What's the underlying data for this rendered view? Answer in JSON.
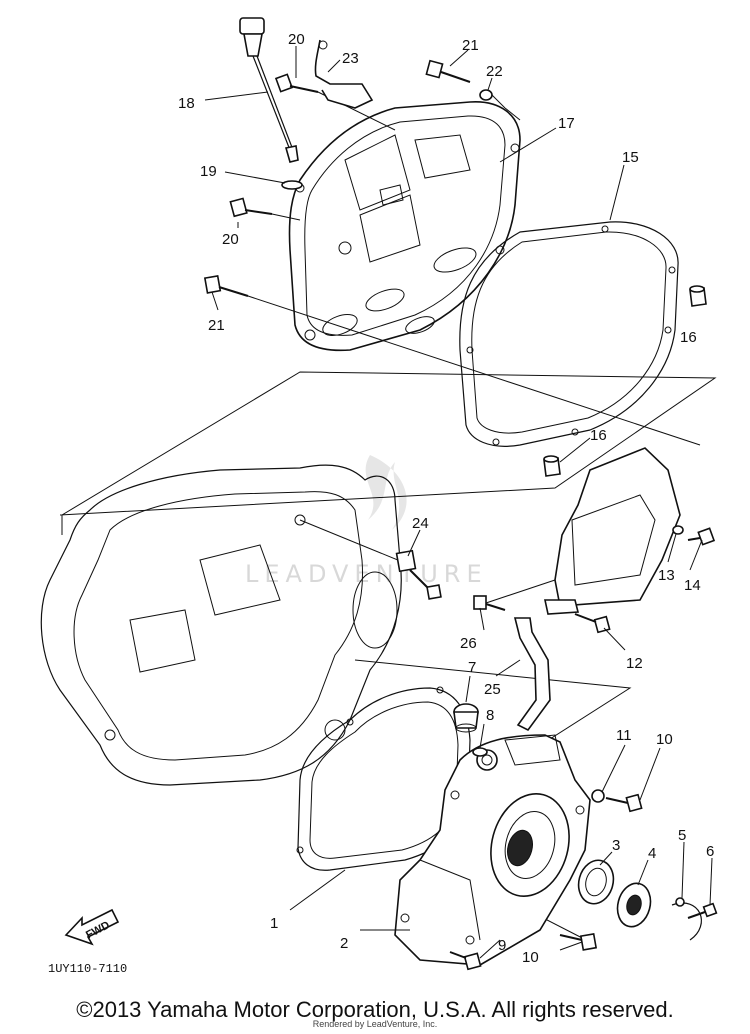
{
  "diagram": {
    "labels": [
      {
        "id": "1",
        "text": "1"
      },
      {
        "id": "2",
        "text": "2"
      },
      {
        "id": "3",
        "text": "3"
      },
      {
        "id": "4",
        "text": "4"
      },
      {
        "id": "5",
        "text": "5"
      },
      {
        "id": "6",
        "text": "6"
      },
      {
        "id": "7",
        "text": "7"
      },
      {
        "id": "8",
        "text": "8"
      },
      {
        "id": "9",
        "text": "9"
      },
      {
        "id": "10a",
        "text": "10"
      },
      {
        "id": "10b",
        "text": "10"
      },
      {
        "id": "11",
        "text": "11"
      },
      {
        "id": "12",
        "text": "12"
      },
      {
        "id": "13",
        "text": "13"
      },
      {
        "id": "14",
        "text": "14"
      },
      {
        "id": "15",
        "text": "15"
      },
      {
        "id": "16a",
        "text": "16"
      },
      {
        "id": "16b",
        "text": "16"
      },
      {
        "id": "17",
        "text": "17"
      },
      {
        "id": "18",
        "text": "18"
      },
      {
        "id": "19",
        "text": "19"
      },
      {
        "id": "20a",
        "text": "20"
      },
      {
        "id": "20b",
        "text": "20"
      },
      {
        "id": "21a",
        "text": "21"
      },
      {
        "id": "21b",
        "text": "21"
      },
      {
        "id": "22",
        "text": "22"
      },
      {
        "id": "23",
        "text": "23"
      },
      {
        "id": "24",
        "text": "24"
      },
      {
        "id": "25",
        "text": "25"
      },
      {
        "id": "26",
        "text": "26"
      }
    ],
    "fwd_label": "FWD",
    "diagram_code": "1UY110-7110",
    "watermark": "LEADVENTURE"
  },
  "footer": {
    "copyright": "©2013 Yamaha Motor Corporation, U.S.A. All rights reserved.",
    "rendered_by": "Rendered by LeadVenture, Inc."
  }
}
